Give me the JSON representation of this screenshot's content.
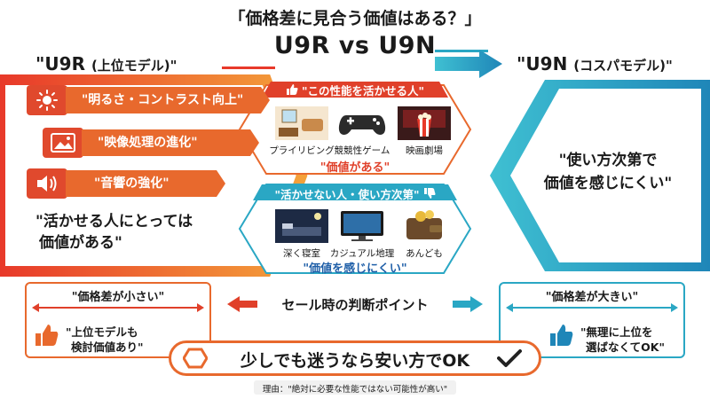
{
  "header": {
    "title": "「価格差に見合う価値はある？」",
    "vs_title": "U9R vs U9N"
  },
  "u9r": {
    "name": "\"U9R",
    "subtitle": "(上位モデル)\"",
    "features": [
      {
        "icon": "sun-icon",
        "label": "\"明るさ・コントラスト向上\""
      },
      {
        "icon": "image-icon",
        "label": "\"映像処理の進化\""
      },
      {
        "icon": "speaker-icon",
        "label": "\"音響の強化\""
      }
    ],
    "conclusion_line1": "\"活かせる人にとっては",
    "conclusion_line2": "価値がある\""
  },
  "u9n": {
    "name": "\"U9N",
    "subtitle": "(コスパモデル)\"",
    "conclusion_line1": "\"使い方次第で",
    "conclusion_line2": "価値を感じにくい\""
  },
  "can_use": {
    "header": "\"この性能を活かせる人\"",
    "items": [
      {
        "icon": "living-room-icon",
        "label": "プライリビング"
      },
      {
        "icon": "game-controller-icon",
        "label": "競競性ゲーム"
      },
      {
        "icon": "cinema-icon",
        "label": "映画劇場"
      }
    ],
    "verdict": "\"価値がある\""
  },
  "cannot_use": {
    "header": "\"活かせない人・使い方次第\"",
    "items": [
      {
        "icon": "bedroom-icon",
        "label": "深く寝室"
      },
      {
        "icon": "monitor-icon",
        "label": "カジュアル地理"
      },
      {
        "icon": "wallet-icon",
        "label": "あんども"
      }
    ],
    "verdict": "\"価値を感じにくい\""
  },
  "sale": {
    "label": "セール時の判断ポイント",
    "left_title": "\"価格差が小さい\"",
    "left_text_line1": "\"上位モデルも",
    "left_text_line2": "検討価値あり\"",
    "right_title": "\"価格差が大きい\"",
    "right_text_line1": "\"無理に上位を",
    "right_text_line2": "選ばなくてOK\""
  },
  "final": {
    "text": "少しでも迷うなら安い方でOK",
    "reason": "理由：\"絶対に必要な性能ではない可能性が高い\""
  },
  "colors": {
    "orange": "#e8692d",
    "red": "#e0402a",
    "teal": "#2aa7c4",
    "dark_teal": "#1f8fb0"
  }
}
